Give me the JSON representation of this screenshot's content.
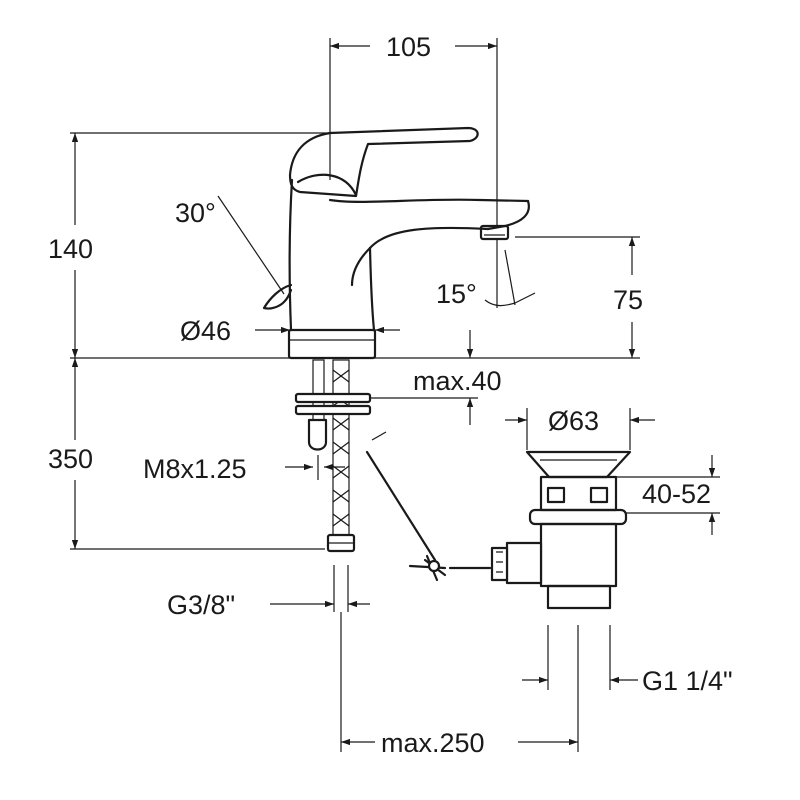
{
  "dimensions": {
    "width_top": "105",
    "height_faucet": "140",
    "lever_angle": "30°",
    "spout_angle": "15°",
    "spout_height": "75",
    "base_diameter": "Ø46",
    "max_thickness": "max.40",
    "hose_length": "350",
    "thread_rod": "M8x1.25",
    "waste_diameter": "Ø63",
    "waste_range": "40-52",
    "hose_thread": "G3/8\"",
    "waste_thread": "G1 1/4\"",
    "max_distance": "max.250"
  }
}
